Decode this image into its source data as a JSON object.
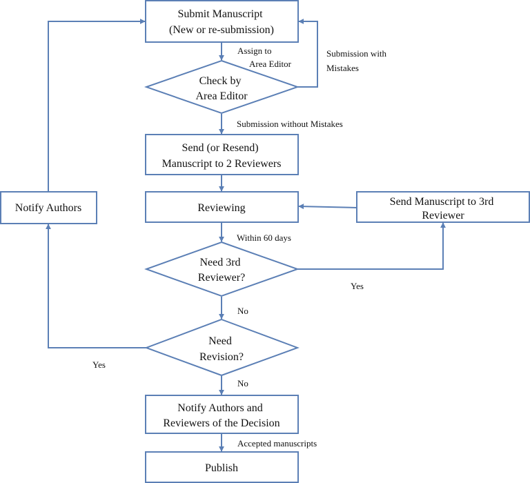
{
  "colors": {
    "stroke": "#5b7fb5",
    "text": "#111111",
    "background": "#ffffff"
  },
  "nodes": {
    "submit": [
      "Submit Manuscript",
      "(New or re-submission)"
    ],
    "check": [
      "Check by",
      "Area Editor"
    ],
    "send": [
      "Send (or Resend)",
      "Manuscript to 2 Reviewers"
    ],
    "reviewing": [
      "Reviewing"
    ],
    "third": [
      "Send Manuscript to 3rd",
      "Reviewer"
    ],
    "need3": [
      "Need 3rd",
      "Reviewer?"
    ],
    "revision": [
      "Need",
      "Revision?"
    ],
    "notify": [
      "Notify Authors"
    ],
    "decision": [
      "Notify Authors and",
      "Reviewers of the Decision"
    ],
    "publish": [
      "Publish"
    ]
  },
  "edges": {
    "assign": [
      "Assign to",
      "Area Editor"
    ],
    "mistakes": [
      "Submission with",
      "Mistakes"
    ],
    "no_mistakes": [
      "Submission without Mistakes"
    ],
    "within": [
      "Within 60 days"
    ],
    "yes_third": [
      "Yes"
    ],
    "no_third": [
      "No"
    ],
    "yes_revision": [
      "Yes"
    ],
    "no_revision": [
      "No"
    ],
    "accepted": [
      "Accepted manuscripts"
    ]
  }
}
